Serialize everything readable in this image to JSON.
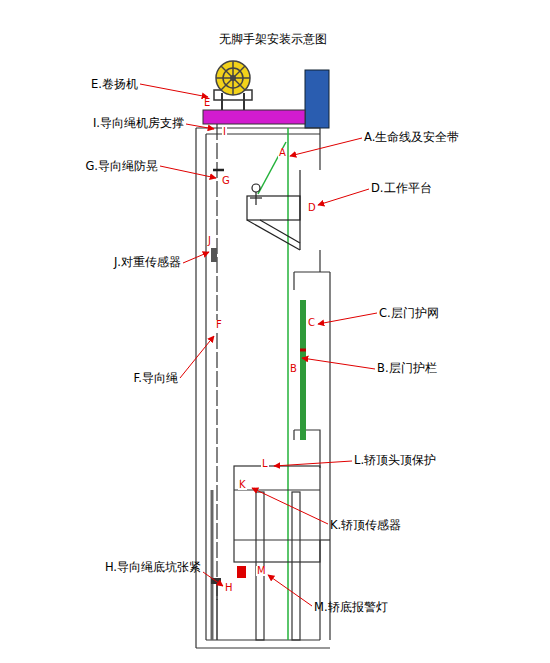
{
  "diagram": {
    "title": "无脚手架安装示意图",
    "labels": [
      "E.卷扬机",
      "I.导向绳机房支撑",
      "G.导向绳防晃",
      "J.对重传感器",
      "F.导向绳",
      "H.导向绳底坑张紧",
      "A.生命线及安全带",
      "D.工作平台",
      "C.层门护网",
      "B.层门护栏",
      "L.轿顶头顶保护",
      "K.轿顶传感器",
      "M.轿底报警灯",
      "E",
      "I",
      "A",
      "G",
      "D",
      "J",
      "C",
      "F",
      "B",
      "L",
      "K",
      "M",
      "H"
    ]
  }
}
